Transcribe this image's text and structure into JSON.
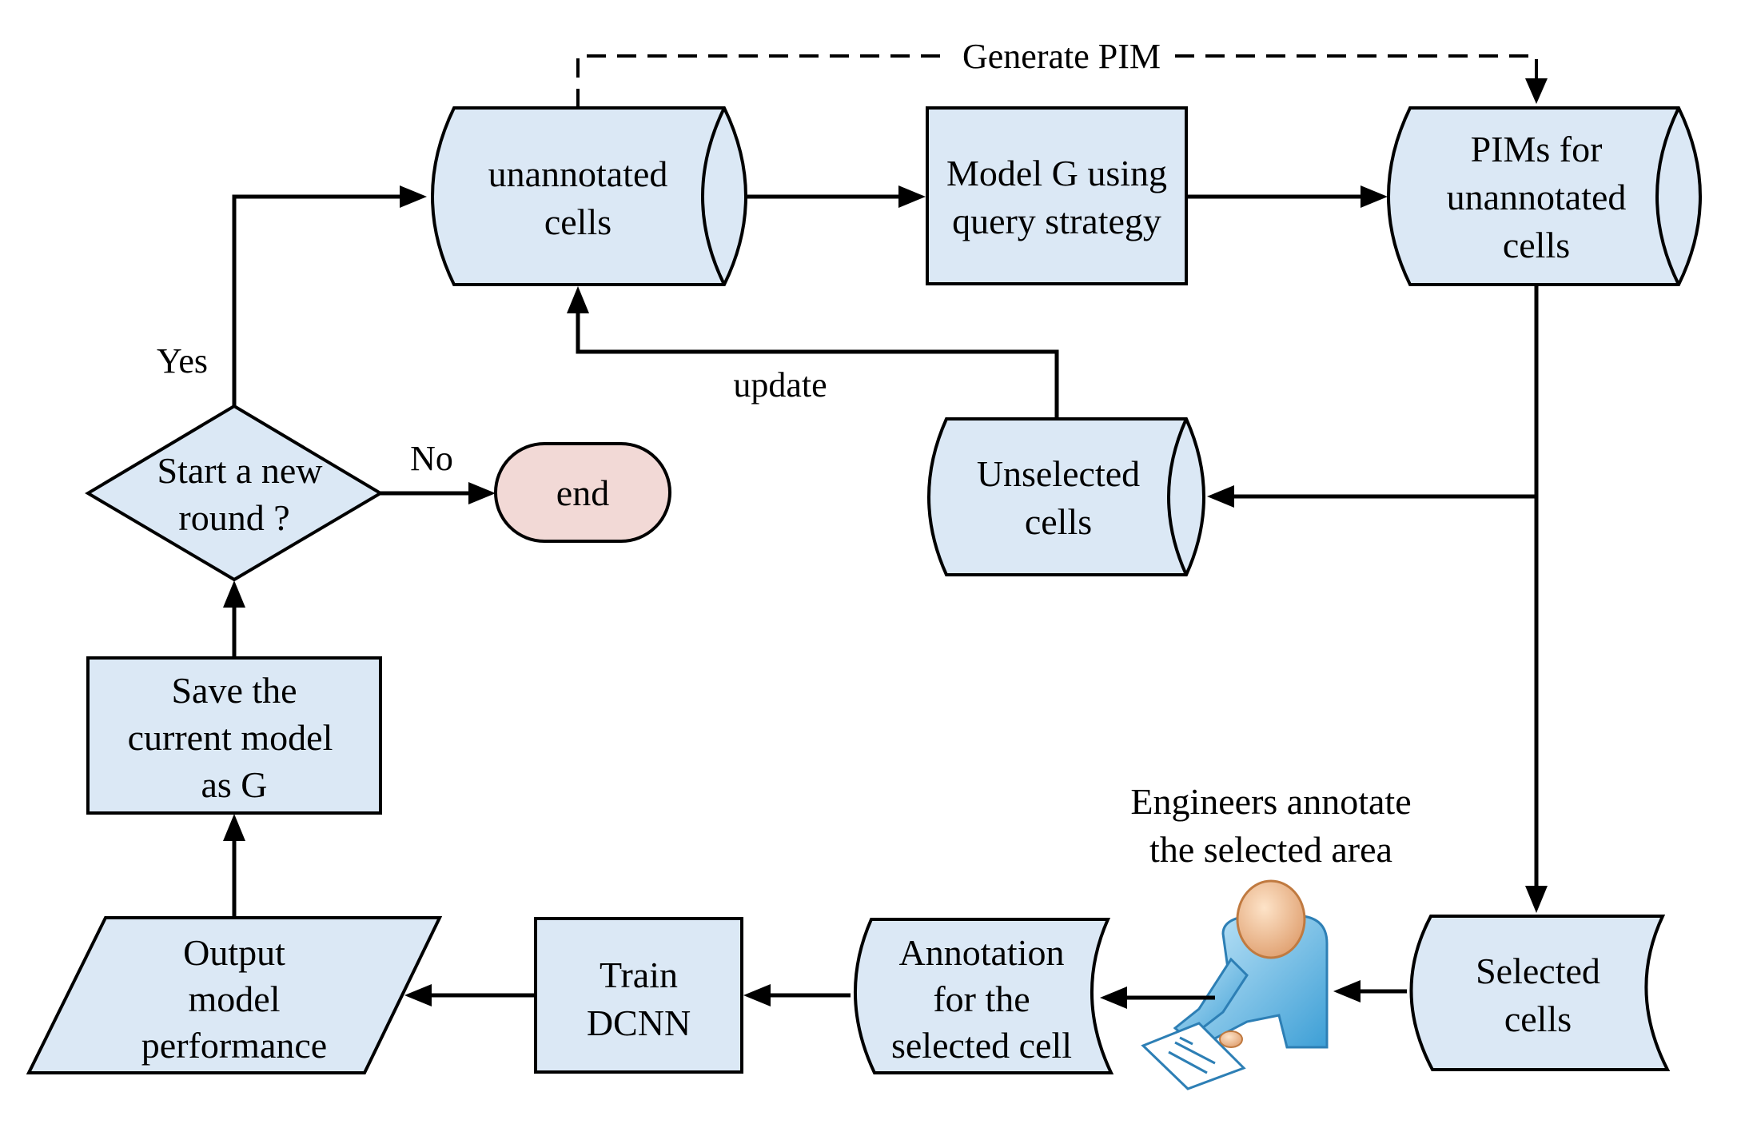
{
  "nodes": {
    "unannotated": [
      "unannotated",
      "cells"
    ],
    "model_g": [
      "Model G using",
      "query strategy"
    ],
    "pims": [
      "PIMs for",
      "unannotated",
      "cells"
    ],
    "unselected": [
      "Unselected",
      "cells"
    ],
    "selected": [
      "Selected",
      "cells"
    ],
    "annotation": [
      "Annotation",
      "for the",
      "selected cell"
    ],
    "train": [
      "Train",
      "DCNN"
    ],
    "output": [
      "Output",
      "model",
      "performance"
    ],
    "save": [
      "Save the",
      "current model",
      "as G"
    ],
    "decision": [
      "Start a new",
      "round ?"
    ],
    "end": [
      "end"
    ],
    "engineers": [
      "Engineers annotate",
      "the selected area"
    ]
  },
  "edges": {
    "generate_pim": "Generate PIM",
    "update": "update",
    "yes": "Yes",
    "no": "No"
  },
  "colors": {
    "node_fill": "#dbe8f5",
    "end_fill": "#f2d9d6",
    "stroke": "#000000"
  },
  "icons": {
    "engineer": "person-with-document-icon"
  }
}
